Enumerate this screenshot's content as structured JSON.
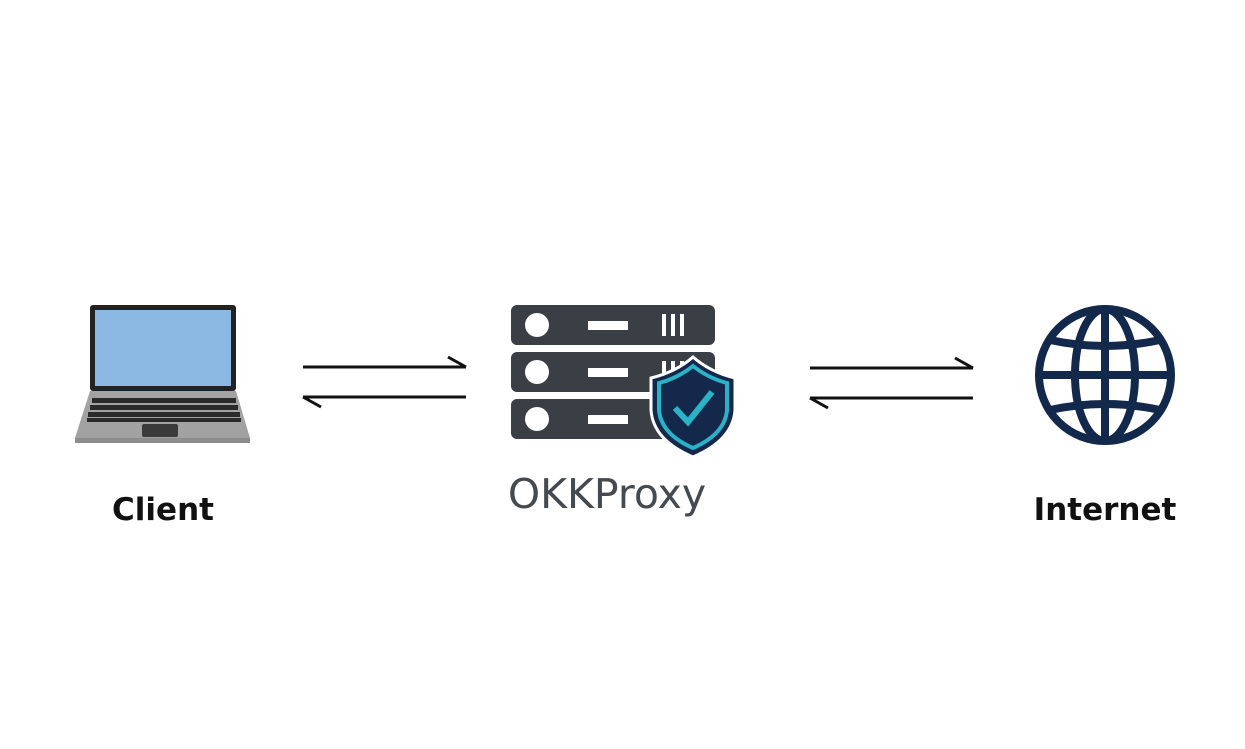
{
  "nodes": {
    "client": {
      "label": "Client",
      "icon": "laptop-icon"
    },
    "proxy": {
      "label": "OKKProxy",
      "icon": "server-shield-icon"
    },
    "internet": {
      "label": "Internet",
      "icon": "globe-icon"
    }
  },
  "colors": {
    "laptop_screen": "#8ab8e2",
    "laptop_body": "#a2a2a2",
    "server": "#3a3f45",
    "shield_fill": "#14284b",
    "shield_stroke": "#2ab3c6",
    "globe": "#13294b"
  }
}
